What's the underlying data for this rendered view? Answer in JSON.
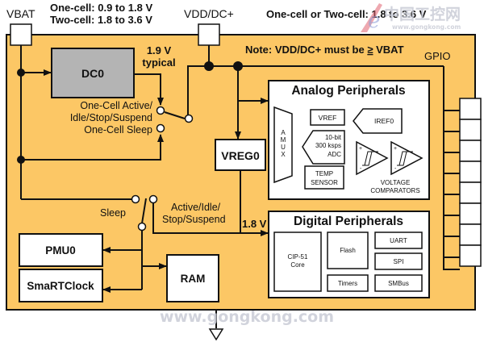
{
  "colors": {
    "background": "#ffffff",
    "chip_fill": "#fcc765",
    "dc0_fill": "#b4b4b4",
    "block_fill": "#ffffff",
    "line": "#111111",
    "watermark": "#c9ccd6",
    "watermark_logo_red": "#e06070"
  },
  "pins": {
    "vbat_label": "VBAT",
    "vdd_label": "VDD/DC+",
    "vbat_range_line1": "One-cell: 0.9 to 1.8 V",
    "vbat_range_line2": "Two-cell: 1.8 to 3.6 V",
    "vdd_range": "One-cell or Two-cell: 1.8 to 3.6 V",
    "gpio_label": "GPIO",
    "gpio_count": 8,
    "ground_symbol": "ground"
  },
  "note": "Note: VDD/DC+ must be ≥ VBAT",
  "note_parts": {
    "prefix": "Note: VDD/DC+ must be ",
    "symbol": "≥",
    "suffix": " VBAT"
  },
  "dc0": {
    "label": "DC0",
    "output_voltage": "1.9 V",
    "output_note": "typical"
  },
  "switch1": {
    "upper_label_line1": "One-Cell Active/",
    "upper_label_line2": "Idle/Stop/Suspend",
    "lower_label": "One-Cell Sleep"
  },
  "switch2": {
    "sleep_label": "Sleep",
    "active_label_line1": "Active/Idle/",
    "active_label_line2": "Stop/Suspend",
    "rail_voltage": "1.8 V"
  },
  "vreg": {
    "label": "VREG0"
  },
  "analog": {
    "title": "Analog Peripherals",
    "amux_letters": [
      "A",
      "M",
      "U",
      "X"
    ],
    "vref": "VREF",
    "iref": "IREF0",
    "adc_line1": "10-bit",
    "adc_line2": "300 ksps",
    "adc_line3": "ADC",
    "temp_line1": "TEMP",
    "temp_line2": "SENSOR",
    "comparator_plus": "+",
    "comparator_minus": "-",
    "comparators_line1": "VOLTAGE",
    "comparators_line2": "COMPARATORS"
  },
  "digital": {
    "title": "Digital Peripherals",
    "core_line1": "CIP-51",
    "core_line2": "Core",
    "flash": "Flash",
    "timers": "Timers",
    "uart": "UART",
    "spi": "SPI",
    "smbus": "SMBus"
  },
  "blocks": {
    "pmu": "PMU0",
    "rtc": "SmaRTClock",
    "ram": "RAM"
  },
  "watermark": {
    "url_bottom": "www.gongkong.com",
    "url_top": "www.gongkong.com",
    "cn_text": "中国工控网"
  }
}
